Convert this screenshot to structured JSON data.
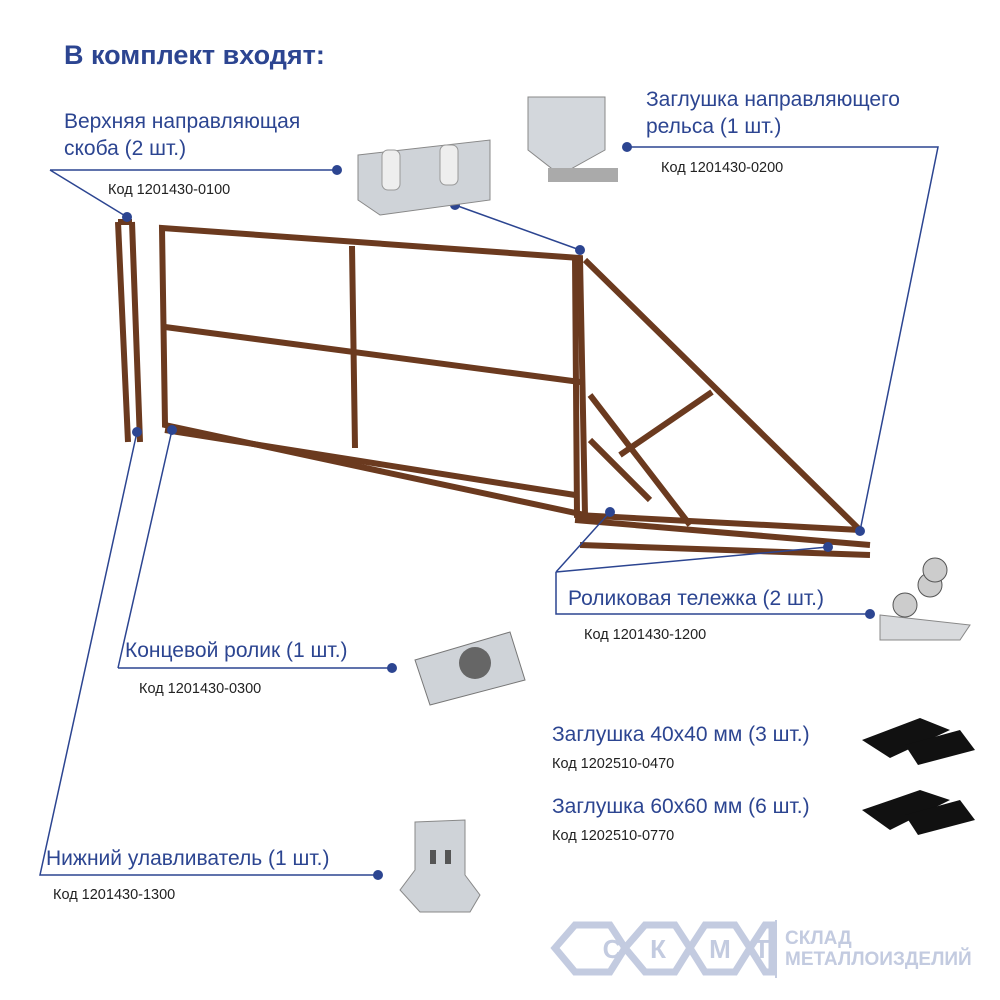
{
  "title": "В комплект входят:",
  "items": [
    {
      "name": "Верхняя направляющая скоба (2 шт.)",
      "line1": "Верхняя направляющая",
      "line2": "скоба (2 шт.)",
      "code": "Код 1201430-0100"
    },
    {
      "name": "Заглушка направляющего рельса (1 шт.)",
      "line1": "Заглушка направляющего",
      "line2": "рельса (1 шт.)",
      "code": "Код 1201430-0200"
    },
    {
      "name": "Роликовая тележка (2 шт.)",
      "code": "Код 1201430-1200"
    },
    {
      "name": "Концевой ролик (1 шт.)",
      "code": "Код 1201430-0300"
    },
    {
      "name": "Заглушка 40x40 мм (3 шт.)",
      "code": "Код 1202510-0470"
    },
    {
      "name": "Заглушка 60x60 мм (6 шт.)",
      "code": "Код 1202510-0770"
    },
    {
      "name": "Нижний улавливатель (1 шт.)",
      "code": "Код 1201430-1300"
    }
  ],
  "logo": {
    "letters": "СКМТ",
    "line1": "СКЛАД",
    "line2": "МЕТАЛЛОИЗДЕЛИЙ"
  },
  "colors": {
    "accent": "#2c4591",
    "frame": "#6b3a1f",
    "logo": "#c3cbe0"
  }
}
